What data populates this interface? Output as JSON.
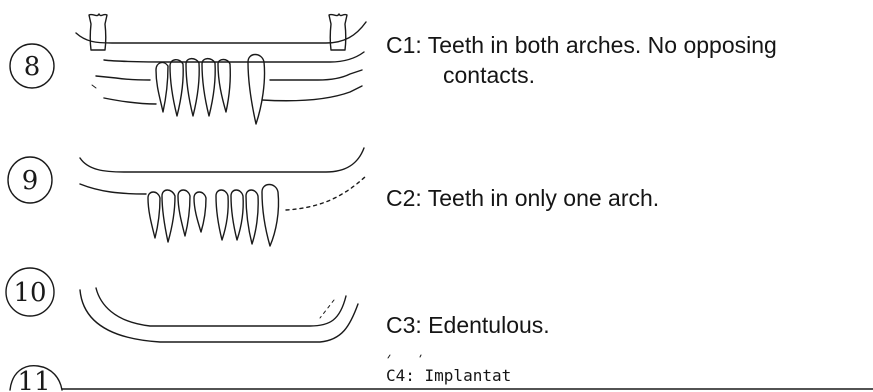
{
  "rows": [
    {
      "number": "8",
      "caption_lines": [
        "C1: Teeth in both arches. No opposing",
        "contacts."
      ],
      "arch": "both-arches-no-opposing-contacts"
    },
    {
      "number": "9",
      "caption_lines": [
        "C2: Teeth in only one arch."
      ],
      "arch": "teeth-in-one-arch"
    },
    {
      "number": "10",
      "caption_lines": [
        "C3: Edentulous."
      ],
      "arch": "edentulous"
    },
    {
      "number": "11",
      "caption_lines": [
        "C4: Implantat"
      ],
      "arch": "implant"
    }
  ],
  "colors": {
    "ink": "#1a1a1a",
    "background": "#ffffff"
  }
}
